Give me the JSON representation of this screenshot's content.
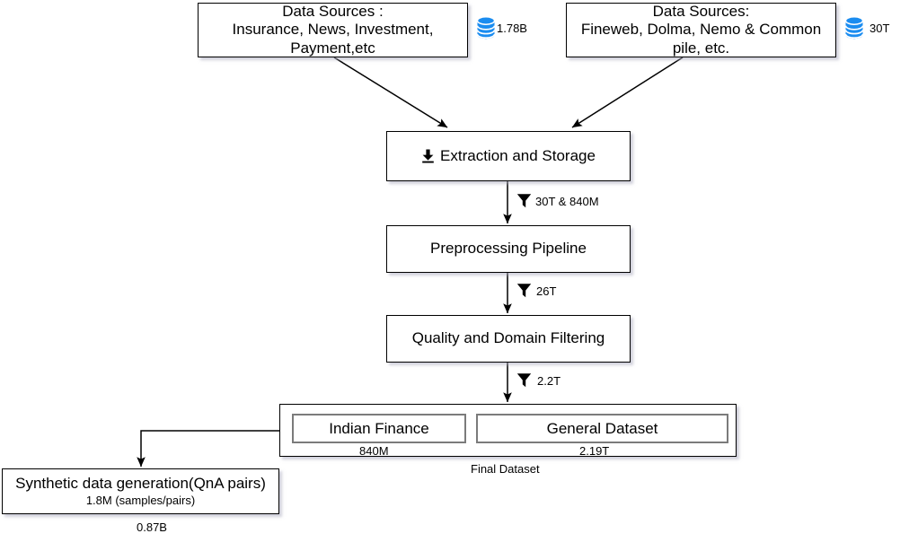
{
  "diagram": {
    "title": "Data pipeline flowchart",
    "accent_color": "#1a8cf0",
    "line_color": "#000000",
    "subbox_border_color": "#7b7b7b"
  },
  "nodes": {
    "source_left": {
      "label": "Data Sources :\nInsurance, News, Investment,\nPayment,etc",
      "badge_value": "1.78B",
      "badge_icon": "database-icon"
    },
    "source_right": {
      "label": "Data Sources:\nFineweb, Dolma, Nemo & Common\npile, etc.",
      "badge_value": "30T",
      "badge_icon": "database-icon"
    },
    "extraction": {
      "label": "Extraction and Storage",
      "icon": "download-icon"
    },
    "preprocessing": {
      "label": "Preprocessing Pipeline"
    },
    "quality": {
      "label": "Quality and Domain Filtering"
    },
    "final_dataset": {
      "caption": "Final Dataset",
      "items": [
        {
          "label": "Indian Finance",
          "value": "840M"
        },
        {
          "label": "General Dataset",
          "value": "2.19T"
        }
      ]
    },
    "synthetic": {
      "label": "Synthetic data generation(QnA pairs)",
      "sub": "1.8M (samples/pairs)",
      "footer": "0.87B"
    }
  },
  "edges": [
    {
      "id": "extraction-to-preprocessing",
      "label": "30T & 840M",
      "icon": "funnel-icon"
    },
    {
      "id": "preprocessing-to-quality",
      "label": "26T",
      "icon": "funnel-icon"
    },
    {
      "id": "quality-to-final",
      "label": "2.2T",
      "icon": "funnel-icon"
    }
  ]
}
